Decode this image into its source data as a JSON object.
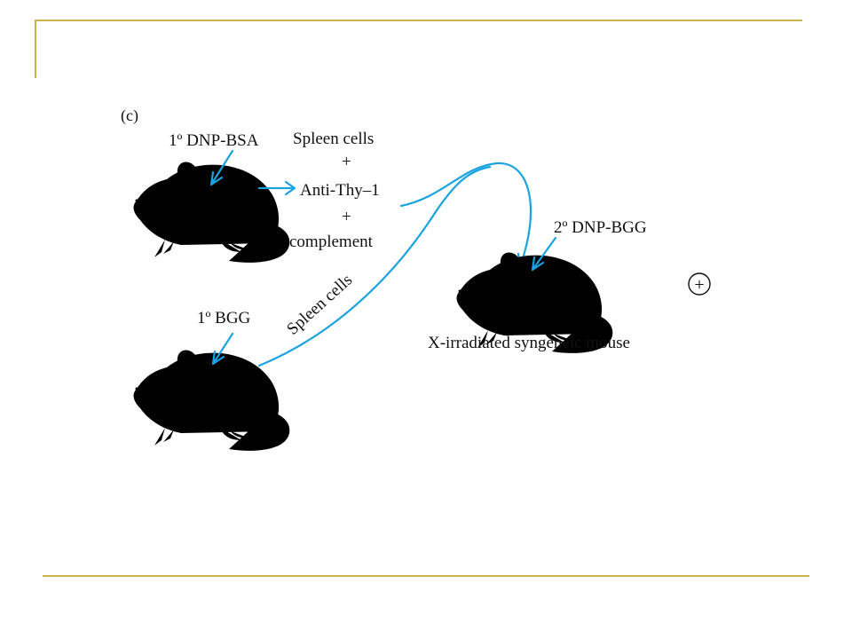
{
  "panel_label": "(c)",
  "donor_top": {
    "label": "1º DNP-BSA"
  },
  "treatment": {
    "line1": "Spleen cells",
    "plus1": "+",
    "line2": "Anti-Thy–1",
    "plus2": "+",
    "line3": "complement"
  },
  "donor_bottom": {
    "label": "1º BGG",
    "transfer_label": "Spleen cells"
  },
  "recipient": {
    "label": "2º DNP-BGG",
    "caption": "X-irradiated syngeneic mouse"
  },
  "result_symbol": "+",
  "colors": {
    "arrow": "#1aa3e0",
    "rule": "#c8b44a"
  }
}
